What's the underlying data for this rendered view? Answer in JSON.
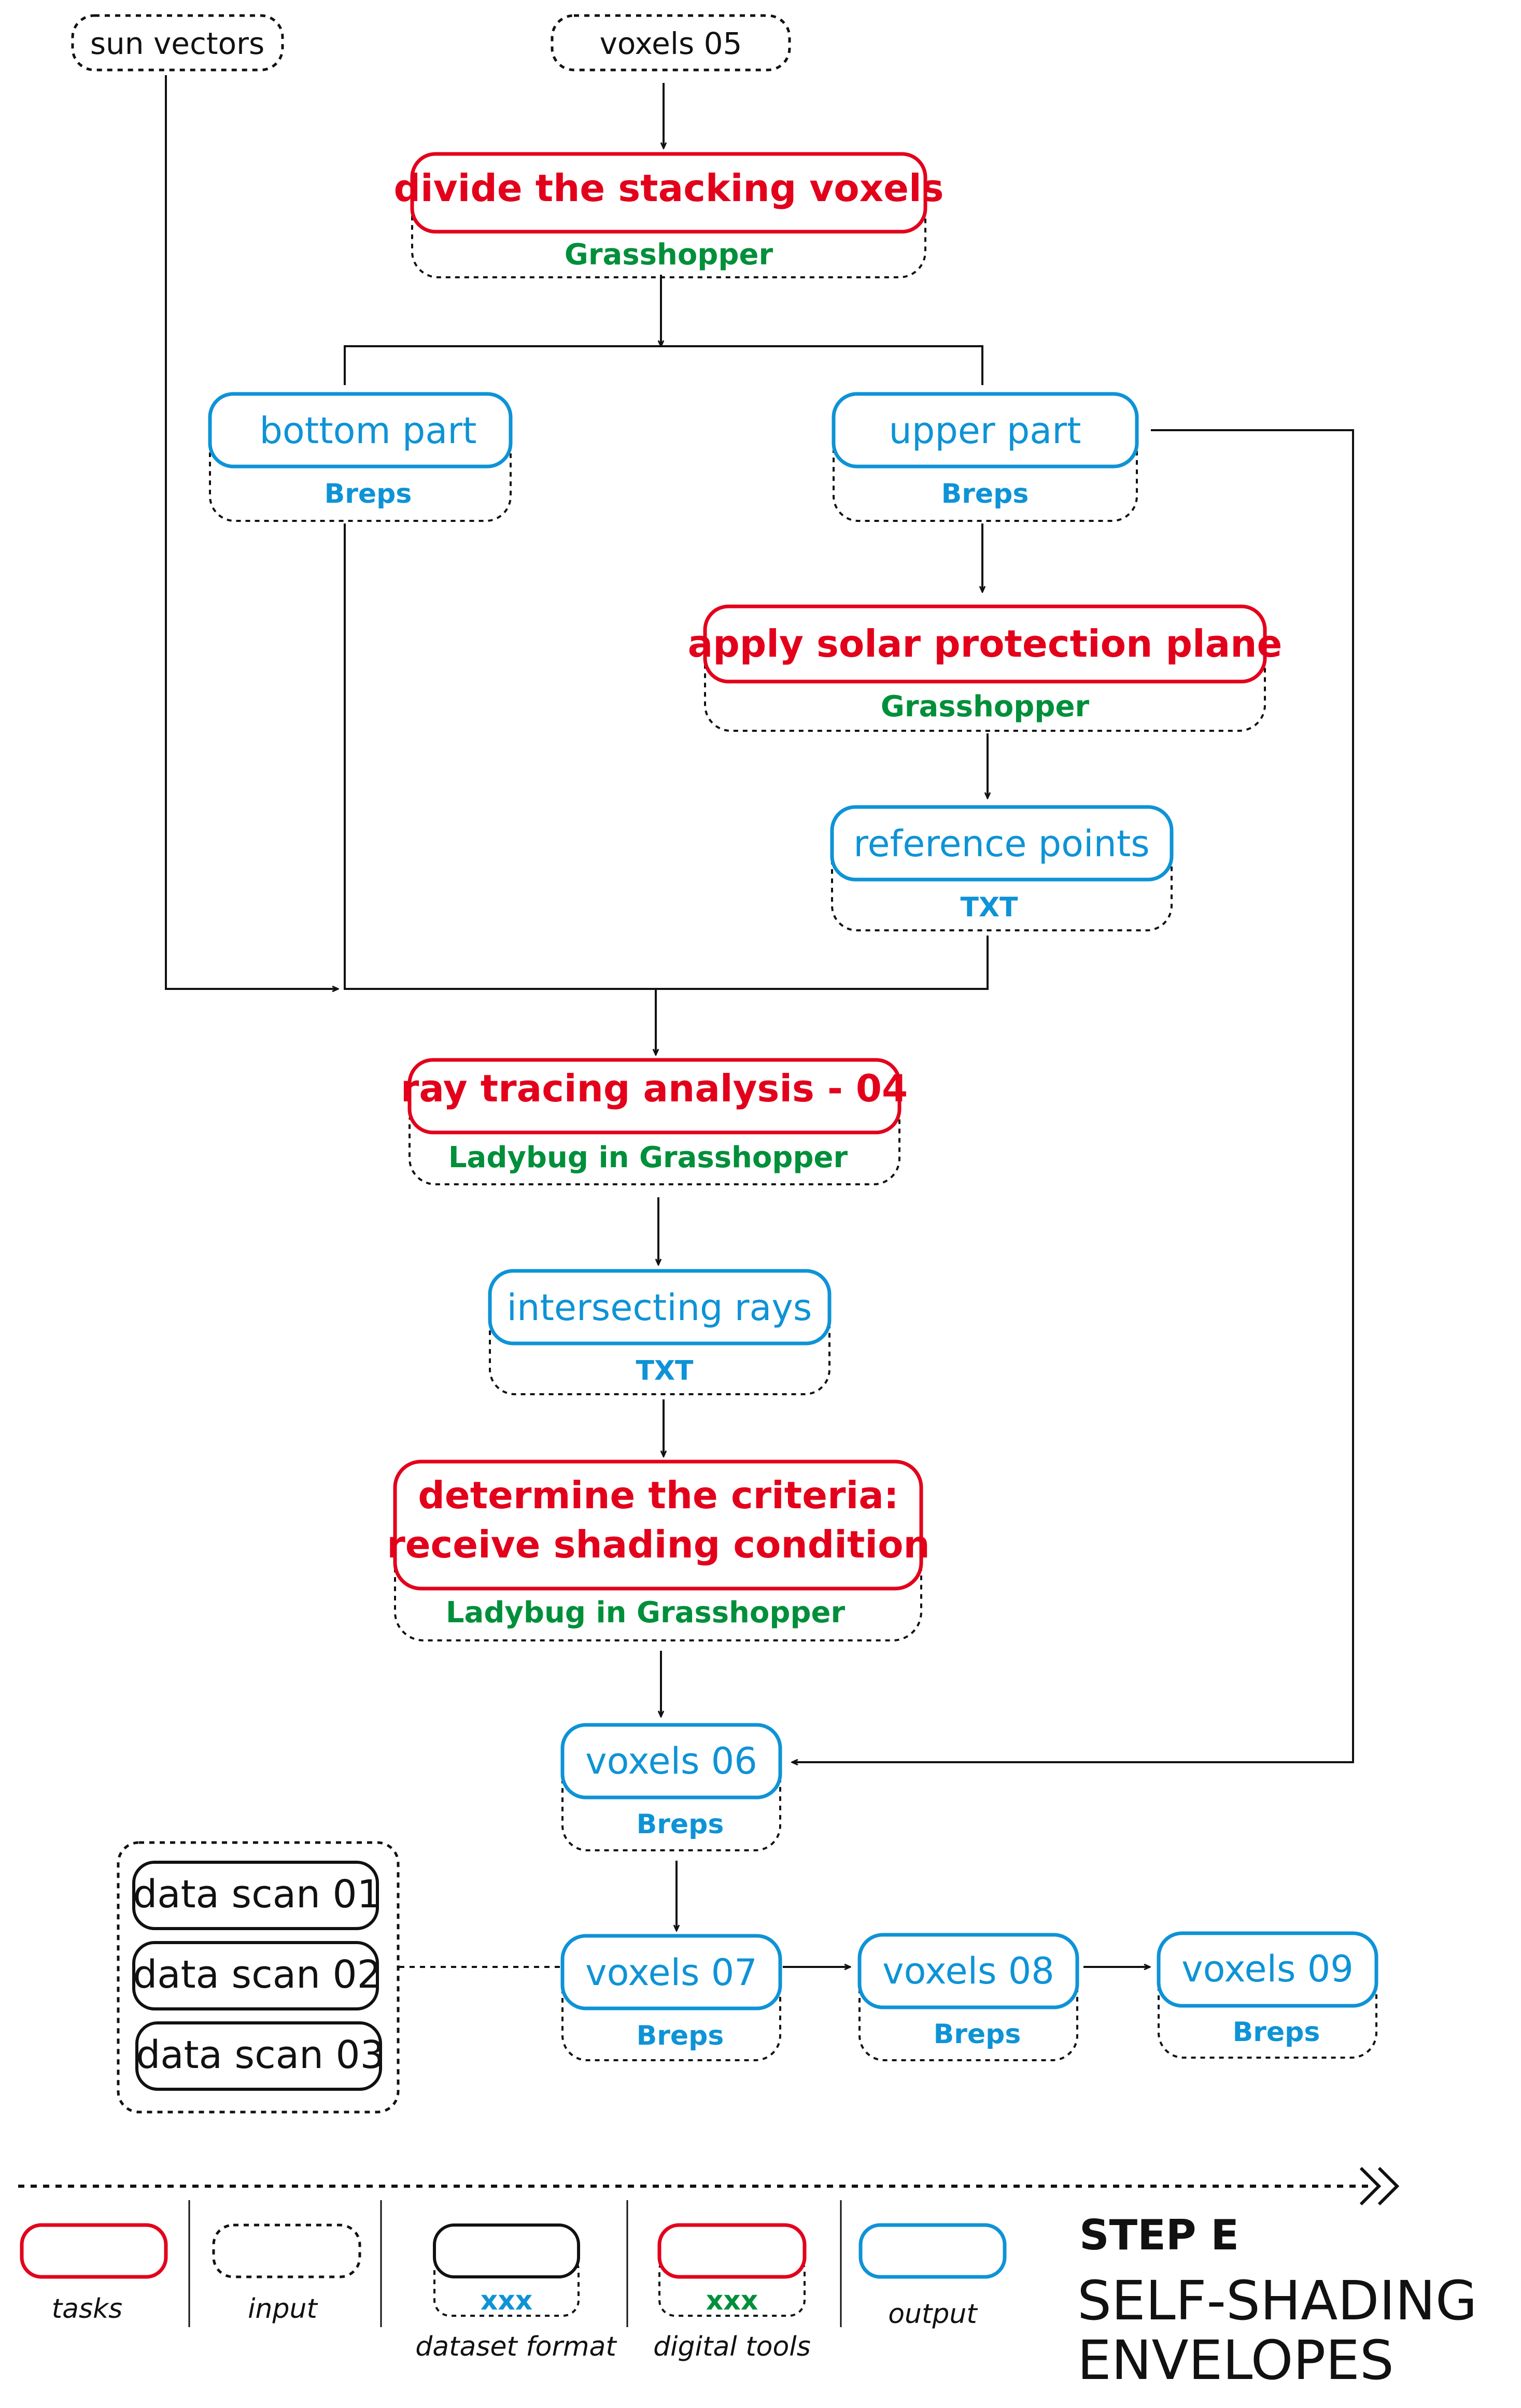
{
  "colors": {
    "task": "#e3001b",
    "tool": "#008f3a",
    "output": "#0e93d6",
    "line": "#111111"
  },
  "inputs": {
    "sun_vectors": "sun vectors",
    "voxels_05": "voxels 05"
  },
  "tasks": {
    "divide": {
      "label": "divide the stacking voxels",
      "tool": "Grasshopper"
    },
    "solar": {
      "label": "apply solar protection plane",
      "tool": "Grasshopper"
    },
    "ray": {
      "label": "ray tracing analysis - 04",
      "tool": "Ladybug in Grasshopper"
    },
    "criteria": {
      "line1": "determine the criteria:",
      "line2": "receive shading condition",
      "tool": "Ladybug in Grasshopper"
    }
  },
  "outputs": {
    "bottom": {
      "label": "bottom part",
      "format": "Breps"
    },
    "upper": {
      "label": "upper part",
      "format": "Breps"
    },
    "refpoints": {
      "label": "reference points",
      "format": "TXT"
    },
    "rays": {
      "label": "intersecting rays",
      "format": "TXT"
    },
    "voxels06": {
      "label": "voxels 06",
      "format": "Breps"
    },
    "voxels07": {
      "label": "voxels 07",
      "format": "Breps"
    },
    "voxels08": {
      "label": "voxels 08",
      "format": "Breps"
    },
    "voxels09": {
      "label": "voxels 09",
      "format": "Breps"
    }
  },
  "data_scans": [
    "data scan 01",
    "data scan 02",
    "data scan 03"
  ],
  "legend": {
    "tasks": "tasks",
    "input": "input",
    "dataset_format": "dataset format",
    "dataset_placeholder": "xxx",
    "digital_tools": "digital tools",
    "tools_placeholder": "xxx",
    "output": "output"
  },
  "step": {
    "label": "STEP E",
    "title_line1": "SELF-SHADING",
    "title_line2": "ENVELOPES"
  }
}
